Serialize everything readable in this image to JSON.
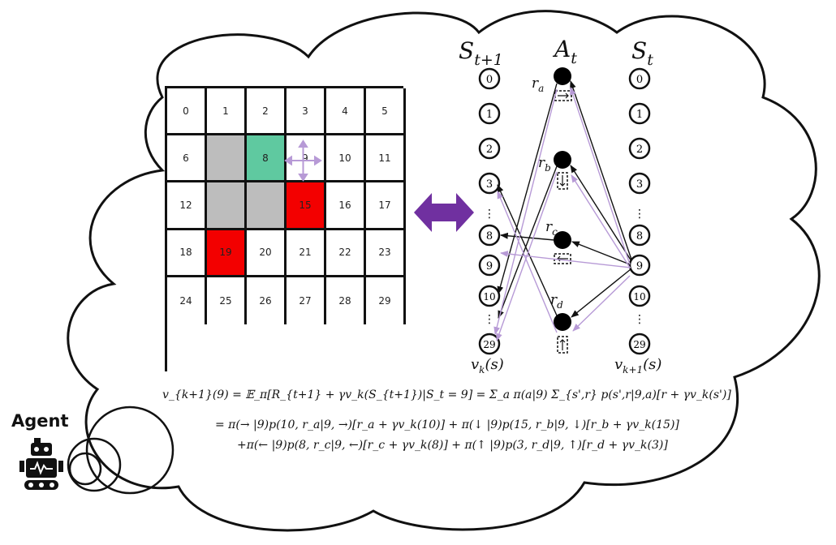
{
  "grid": {
    "cells": [
      "0",
      "1",
      "2",
      "3",
      "4",
      "5",
      "6",
      "",
      "8",
      "9",
      "10",
      "11",
      "12",
      "",
      "",
      "15",
      "16",
      "17",
      "18",
      "19",
      "20",
      "21",
      "22",
      "23",
      "24",
      "25",
      "26",
      "27",
      "28",
      "29"
    ],
    "cell_types": [
      "n",
      "n",
      "n",
      "n",
      "n",
      "n",
      "n",
      "o",
      "g",
      "n",
      "n",
      "n",
      "n",
      "o",
      "o",
      "p",
      "n",
      "n",
      "n",
      "p",
      "n",
      "n",
      "n",
      "n",
      "n",
      "n",
      "n",
      "n",
      "n",
      "n"
    ]
  },
  "diagram": {
    "col_left_title": "S",
    "col_left_sub": "t+1",
    "col_mid_title": "A",
    "col_mid_sub": "t",
    "col_right_title": "S",
    "col_right_sub": "t",
    "left_states": [
      "0",
      "1",
      "2",
      "3",
      "8",
      "9",
      "10",
      "29"
    ],
    "right_states": [
      "0",
      "1",
      "2",
      "3",
      "8",
      "9",
      "10",
      "29"
    ],
    "rewards": [
      "a",
      "b",
      "c",
      "d"
    ],
    "left_value": "v",
    "left_value_sub": "k",
    "left_value_arg": "(s)",
    "right_value": "v",
    "right_value_sub": "k+1",
    "right_value_arg": "(s)"
  },
  "equation": {
    "line1": "v_{k+1}(9) = 𝔼_π[R_{t+1} + γv_k(S_{t+1})|S_t = 9] = Σ_a π(a|9) Σ_{s',r} p(s',r|9,a)[r + γv_k(s')]",
    "line2": "= π(→ |9)p(10, r_a|9, →)[r_a + γv_k(10)] + π(↓ |9)p(15, r_b|9, ↓)[r_b + γv_k(15)]",
    "line3": "+π(← |9)p(8, r_c|9, ←)[r_c + γv_k(8)] + π(↑ |9)p(3, r_d|9, ↑)[r_d + γv_k(3)]"
  },
  "agent": {
    "label": "Agent",
    "icon": "robot-icon"
  },
  "colors": {
    "goal": "#5fc9a0",
    "penalty": "#f30000",
    "obstacle": "#bdbdbd",
    "arrow_purple": "#b79ad6",
    "double_arrow": "#7030a0"
  }
}
